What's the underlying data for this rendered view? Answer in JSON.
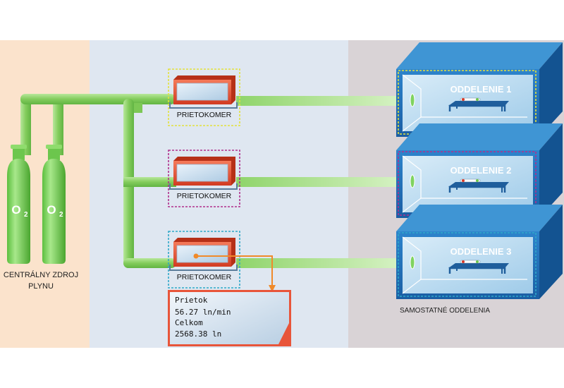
{
  "cylinders": [
    {
      "symbol": "O",
      "subscript": "2"
    },
    {
      "symbol": "O",
      "subscript": "2"
    }
  ],
  "source_label": {
    "line1": "CENTRÁLNY ZDROJ",
    "line2": "PLYNU"
  },
  "flowmeters": [
    {
      "label": "PRIETOKOMER",
      "frame_color": "#e3e13c"
    },
    {
      "label": "PRIETOKOMER",
      "frame_color": "#b0308c"
    },
    {
      "label": "PRIETOKOMER",
      "frame_color": "#2fa8c8"
    }
  ],
  "departments": [
    {
      "label": "ODDELENIE 1"
    },
    {
      "label": "ODDELENIE 2"
    },
    {
      "label": "ODDELENIE 3"
    }
  ],
  "departments_caption": "SAMOSTATNÉ ODDELENIA",
  "readout": {
    "flow_label": "Prietok",
    "flow_value": "56.27 ln/min",
    "total_label": "Celkom",
    "total_value": "2568.38 ln"
  },
  "colors": {
    "zone_source": "#fbe3cc",
    "zone_meter": "#dfe7f1",
    "zone_dept": "#d9d3d6",
    "pipe": "#8fd46a",
    "cylinder": "#7fd360",
    "meter": "#e8553a",
    "room": "#1d6fb8",
    "callout": "#f08a2a"
  }
}
